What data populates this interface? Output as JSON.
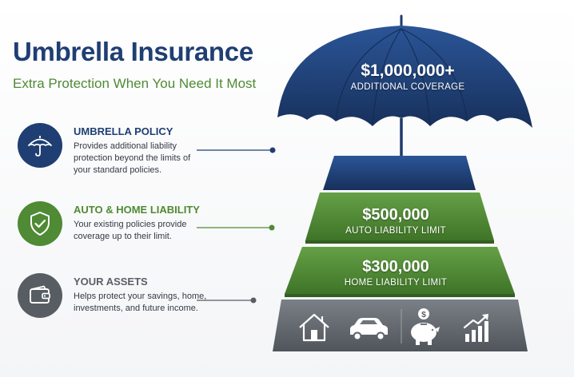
{
  "header": {
    "title": "Umbrella Insurance",
    "subtitle": "Extra Protection When You Need It Most"
  },
  "items": [
    {
      "heading": "UMBRELLA POLICY",
      "description": "Provides additional liability protection beyond the limits of your standard policies.",
      "icon": "umbrella-icon"
    },
    {
      "heading": "AUTO & HOME LIABILITY",
      "description": "Your existing policies provide coverage up to their limit.",
      "icon": "shield-check-icon"
    },
    {
      "heading": "YOUR ASSETS",
      "description": "Helps protect your savings, home, investments, and future income.",
      "icon": "wallet-icon"
    }
  ],
  "diagram": {
    "umbrella": {
      "amount": "$1,000,000+",
      "label": "ADDITIONAL COVERAGE"
    },
    "auto": {
      "amount": "$500,000",
      "label": "AUTO LIABILITY LIMIT"
    },
    "home": {
      "amount": "$300,000",
      "label": "HOME LIABILITY LIMIT"
    },
    "asset_icons": [
      "house-icon",
      "car-icon",
      "piggy-bank-icon",
      "growth-chart-icon"
    ]
  },
  "colors": {
    "navy": "#1f3f73",
    "green": "#4f8a34",
    "gray": "#585d63"
  }
}
